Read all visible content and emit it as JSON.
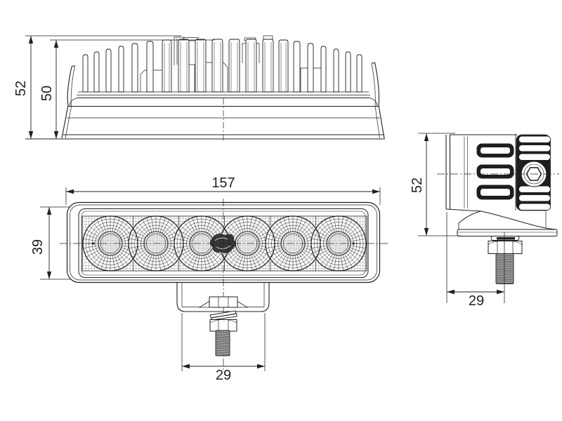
{
  "drawing": {
    "kind": "technical-orthographic-drawing",
    "views": [
      "rear-elevation-heatsink",
      "front-elevation-leds",
      "side-elevation"
    ],
    "reflector_count": 6,
    "colors": {
      "line": "#231f20",
      "background": "#ffffff",
      "dark_fill": "#1e1e1e",
      "thread_fill": "#9c9c9c",
      "thread_line": "#4a4a4a"
    }
  },
  "dims": {
    "rear_height_outer": "52",
    "rear_height_inner": "50",
    "front_width": "157",
    "front_height": "39",
    "front_bracket": "29",
    "side_height": "52",
    "side_offset": "29"
  }
}
